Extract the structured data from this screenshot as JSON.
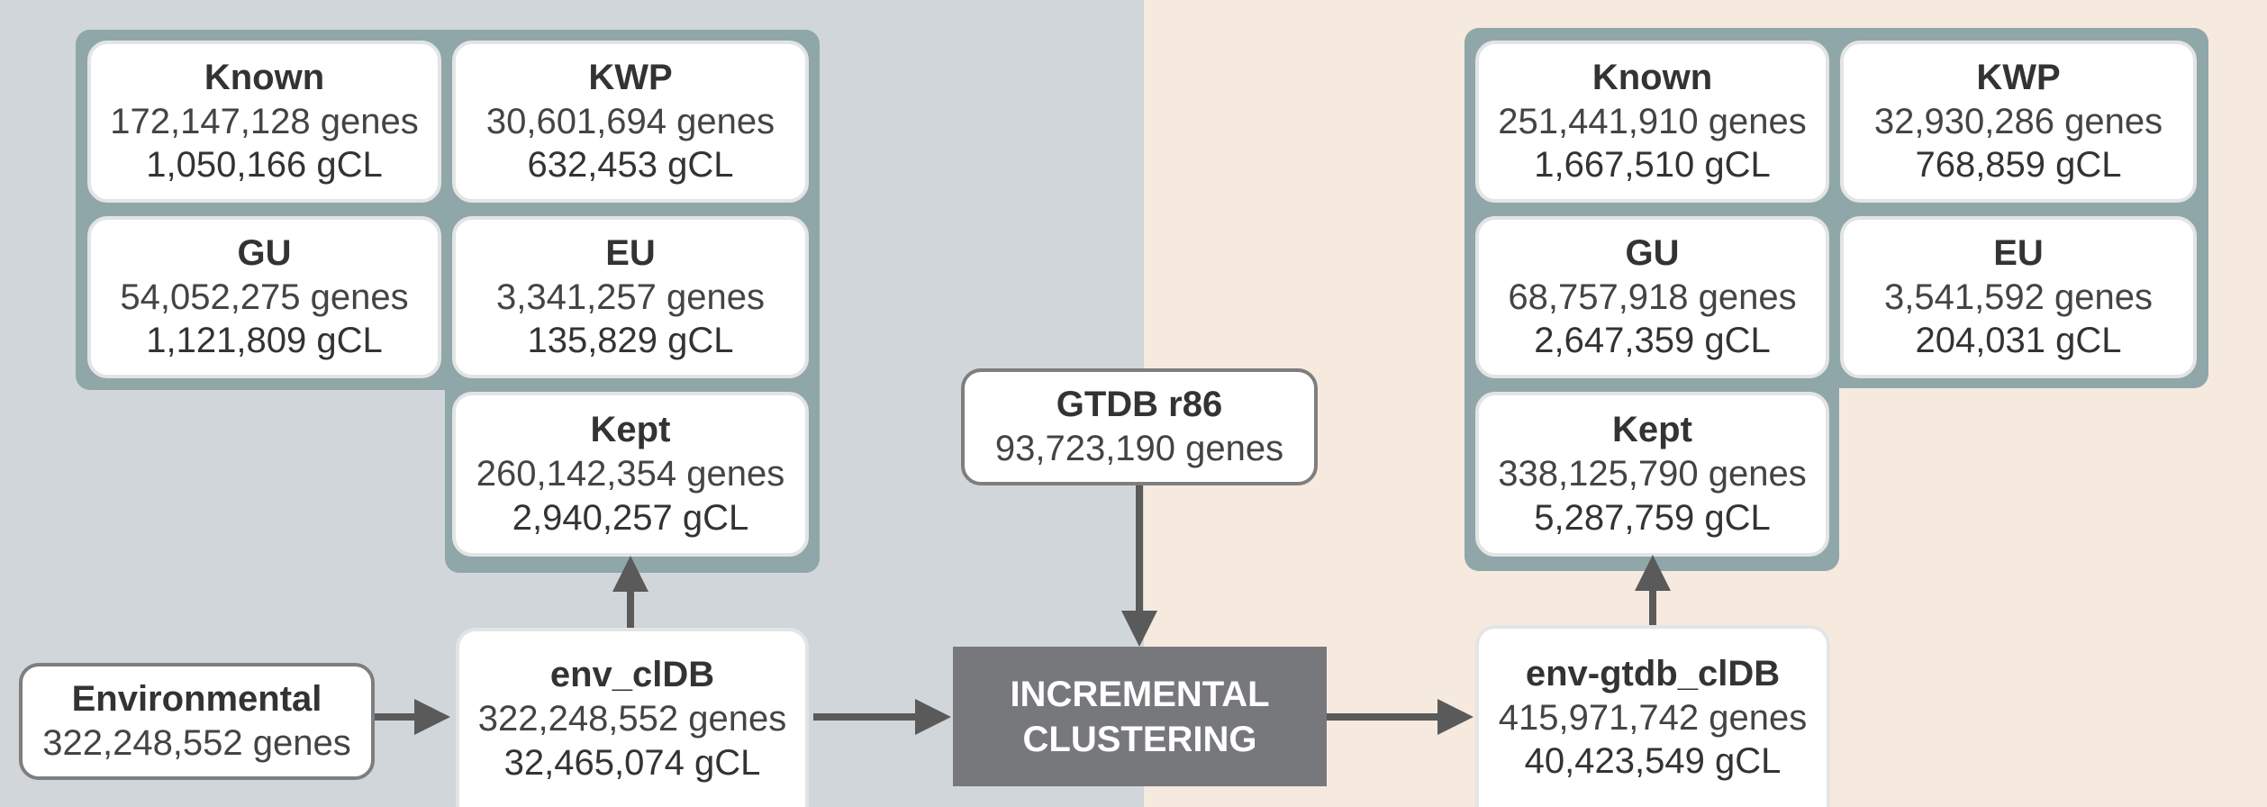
{
  "left_panel": {
    "known": {
      "title": "Known",
      "genes": "172,147,128 genes",
      "gcl": "1,050,166  gCL"
    },
    "kwp": {
      "title": "KWP",
      "genes": "30,601,694 genes",
      "gcl": "632,453 gCL"
    },
    "gu": {
      "title": "GU",
      "genes": "54,052,275 genes",
      "gcl": "1,121,809 gCL"
    },
    "eu": {
      "title": "EU",
      "genes": "3,341,257 genes",
      "gcl": "135,829 gCL"
    },
    "kept": {
      "title": "Kept",
      "genes": "260,142,354 genes",
      "gcl": "2,940,257 gCL"
    }
  },
  "environmental": {
    "title": "Environmental",
    "genes": "322,248,552 genes"
  },
  "env_cldb": {
    "title": "env_clDB",
    "genes": "322,248,552 genes",
    "gcl": "32,465,074 gCL"
  },
  "gtdb": {
    "title": "GTDB r86",
    "genes": "93,723,190 genes"
  },
  "incremental": {
    "line1": "INCREMENTAL",
    "line2": "CLUSTERING"
  },
  "env_gtdb_cldb": {
    "title": "env-gtdb_clDB",
    "genes": "415,971,742 genes",
    "gcl": "40,423,549 gCL"
  },
  "right_panel": {
    "known": {
      "title": "Known",
      "genes": "251,441,910 genes",
      "gcl": "1,667,510 gCL"
    },
    "kwp": {
      "title": "KWP",
      "genes": "32,930,286 genes",
      "gcl": "768,859 gCL"
    },
    "gu": {
      "title": "GU",
      "genes": "68,757,918 genes",
      "gcl": "2,647,359 gCL"
    },
    "eu": {
      "title": "EU",
      "genes": "3,541,592 genes",
      "gcl": "204,031 gCL"
    },
    "kept": {
      "title": "Kept",
      "genes": "338,125,790 genes",
      "gcl": "5,287,759 gCL"
    }
  },
  "colors": {
    "left_background": "#d0d6da",
    "right_background": "#f6e9de",
    "panel_teal": "#8fa7a8",
    "clustering_box": "#77787b",
    "arrow": "#5a5a5a"
  }
}
